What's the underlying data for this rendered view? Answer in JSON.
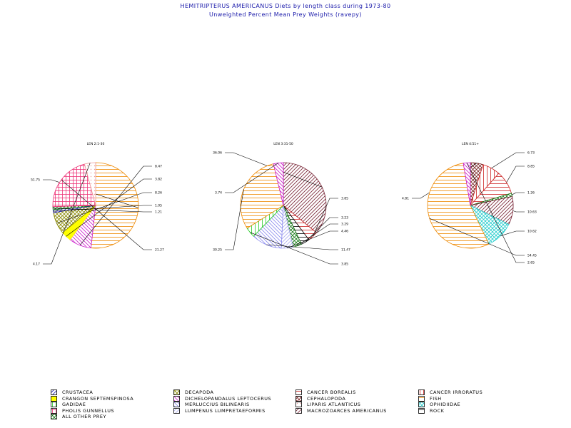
{
  "header": {
    "title": "HEMITRIPTERUS AMERICANUS Diets by length class during 1973-80",
    "subtitle": "Unweighted Percent Mean Prey Weights (ravepy)"
  },
  "chart_data": {
    "type": "pie",
    "title": "HEMITRIPTERUS AMERICANUS Diets by length class during 1973-80",
    "subtitle": "Unweighted Percent Mean Prey Weights (ravepy)",
    "legend": [
      {
        "key": "crustacea",
        "label": "CRUSTACEA",
        "color": "#2222bb",
        "pattern": "diag-r"
      },
      {
        "key": "decapoda",
        "label": "DECAPODA",
        "color": "#888800",
        "pattern": "cross-diag"
      },
      {
        "key": "cancer_borealis",
        "label": "CANCER BOREALIS",
        "color": "#cc2222",
        "pattern": "horiz"
      },
      {
        "key": "cancer_irroratus",
        "label": "CANCER IRRORATUS",
        "color": "#cc2222",
        "pattern": "vert"
      },
      {
        "key": "crangon",
        "label": "CRANGON SEPTEMSPINOSA",
        "color": "#ffff00",
        "pattern": "solid"
      },
      {
        "key": "dichelopandalus",
        "label": "DICHELOPANDALUS LEPTOCERUS",
        "color": "#cc22cc",
        "pattern": "diag-l"
      },
      {
        "key": "cephalopoda",
        "label": "CEPHALOPODA",
        "color": "#772222",
        "pattern": "cross-diag"
      },
      {
        "key": "fish",
        "label": "FISH",
        "color": "#ee8800",
        "pattern": "horiz"
      },
      {
        "key": "gadidae",
        "label": "GADIDAE",
        "color": "#22cc22",
        "pattern": "vert"
      },
      {
        "key": "merluccius",
        "label": "MERLUCCIUS BILINEARIS",
        "color": "#8a8aee",
        "pattern": "diag-l"
      },
      {
        "key": "liparis",
        "label": "LIPARIS ATLANTICUS",
        "color": "#ee9999",
        "pattern": "dots"
      },
      {
        "key": "ophidiidae",
        "label": "OPHIDIIDAE",
        "color": "#22cccc",
        "pattern": "cross-diag"
      },
      {
        "key": "pholis",
        "label": "PHOLIS GUNNELLUS",
        "color": "#ee3377",
        "pattern": "grid"
      },
      {
        "key": "lumpenus",
        "label": "LUMPENUS LUMPRETAEFORMIS",
        "color": "#aaaaee",
        "pattern": "diag-r"
      },
      {
        "key": "macrozoarces",
        "label": "MACROZOARCES AMERICANUS",
        "color": "#772233",
        "pattern": "diag-r"
      },
      {
        "key": "rock",
        "label": "ROCK",
        "color": "#000000",
        "pattern": "horiz"
      },
      {
        "key": "other",
        "label": "ALL OTHER PREY",
        "color": "#117711",
        "pattern": "cross-diag"
      }
    ],
    "pies": [
      {
        "label": "LEN 2:1-30",
        "slices": [
          {
            "key": "fish",
            "value": 51.75,
            "label": "51.75"
          },
          {
            "key": "dichelopandalus",
            "value": 8.47,
            "label": "8.47"
          },
          {
            "key": "crangon",
            "value": 3.82,
            "label": "3.82"
          },
          {
            "key": "decapoda",
            "value": 8.26,
            "label": "8.26"
          },
          {
            "key": "crustacea",
            "value": 1.05,
            "label": "1.05"
          },
          {
            "key": "other",
            "value": 1.21,
            "label": "1.21"
          },
          {
            "key": "pholis",
            "value": 21.27,
            "label": "21.27"
          },
          {
            "key": "liparis",
            "value": 4.17,
            "label": "4.17"
          }
        ]
      },
      {
        "label": "LEN 3:31-50",
        "slices": [
          {
            "key": "macrozoarces",
            "value": 36.06,
            "label": "36.06"
          },
          {
            "key": "cancer_borealis",
            "value": 3.85,
            "label": "3.85"
          },
          {
            "key": "rock",
            "value": 3.23,
            "label": "3.23"
          },
          {
            "key": "other",
            "value": 3.29,
            "label": "3.29"
          },
          {
            "key": "lumpenus",
            "value": 4.46,
            "label": "4.46"
          },
          {
            "key": "merluccius",
            "value": 11.47,
            "label": "11.47"
          },
          {
            "key": "gadidae",
            "value": 3.85,
            "label": "3.85"
          },
          {
            "key": "fish",
            "value": 30.25,
            "label": "30.25"
          },
          {
            "key": "dichelopandalus",
            "value": 3.74,
            "label": "3.74"
          }
        ]
      },
      {
        "label": "LEN 4:51+",
        "slices": [
          {
            "key": "cephalopoda",
            "value": 4.81,
            "label": "4.81"
          },
          {
            "key": "cancer_irroratus",
            "value": 6.73,
            "label": "6.73"
          },
          {
            "key": "cancer_borealis",
            "value": 8.85,
            "label": "8.85"
          },
          {
            "key": "other",
            "value": 1.26,
            "label": "1.26"
          },
          {
            "key": "macrozoarces",
            "value": 10.63,
            "label": "10.63"
          },
          {
            "key": "ophidiidae",
            "value": 10.62,
            "label": "10.62"
          },
          {
            "key": "fish",
            "value": 54.45,
            "label": "54.45"
          },
          {
            "key": "dichelopandalus",
            "value": 2.65,
            "label": "2.65"
          }
        ]
      }
    ]
  }
}
